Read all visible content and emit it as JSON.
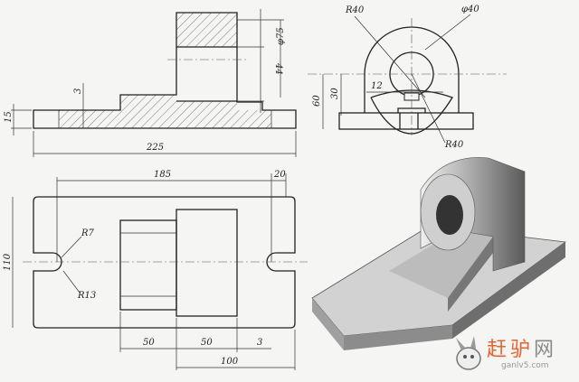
{
  "front_view": {
    "d_44": "44",
    "d_phi75": "φ75",
    "d_3": "3",
    "d_15": "15",
    "d_225": "225"
  },
  "side_view": {
    "r40_top": "R40",
    "phi40": "φ40",
    "d_30": "30",
    "d_60": "60",
    "d_12": "12",
    "r40_bottom": "R40"
  },
  "top_view": {
    "d_185": "185",
    "d_20": "20",
    "r7": "R7",
    "d_110": "110",
    "r13": "R13",
    "d_50a": "50",
    "d_50b": "50",
    "d_3": "3",
    "d_100": "100"
  },
  "watermark": {
    "brand_chars": [
      "赶",
      "驴",
      "网"
    ],
    "url": "ganlv5.com"
  }
}
